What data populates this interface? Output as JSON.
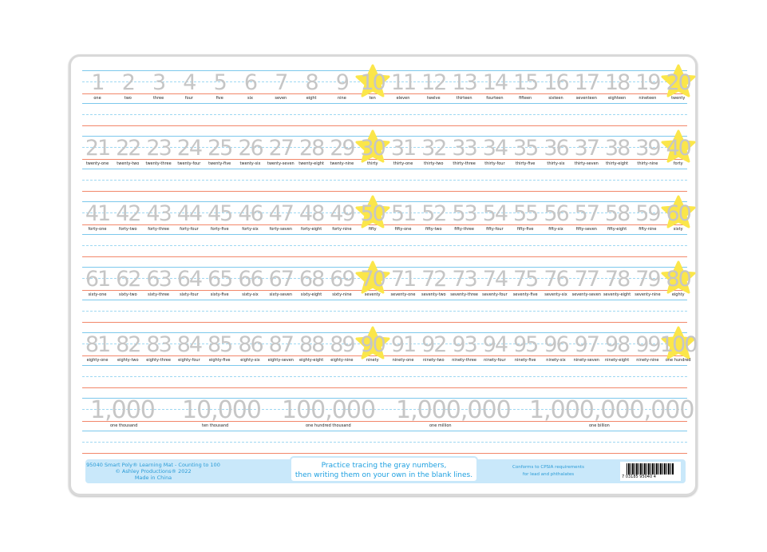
{
  "colors": {
    "blue_line": "#7cc8ec",
    "red_line": "#f2876a",
    "star": "#fbe64a",
    "trace": "#c6c6c6",
    "footer": "#c9e8fa"
  },
  "rows": [
    {
      "numbers": [
        "1",
        "2",
        "3",
        "4",
        "5",
        "6",
        "7",
        "8",
        "9",
        "10",
        "11",
        "12",
        "13",
        "14",
        "15",
        "16",
        "17",
        "18",
        "19",
        "20"
      ],
      "words": [
        "one",
        "two",
        "three",
        "four",
        "five",
        "six",
        "seven",
        "eight",
        "nine",
        "ten",
        "eleven",
        "twelve",
        "thirteen",
        "fourteen",
        "fifteen",
        "sixteen",
        "seventeen",
        "eighteen",
        "nineteen",
        "twenty"
      ]
    },
    {
      "numbers": [
        "21",
        "22",
        "23",
        "24",
        "25",
        "26",
        "27",
        "28",
        "29",
        "30",
        "31",
        "32",
        "33",
        "34",
        "35",
        "36",
        "37",
        "38",
        "39",
        "40"
      ],
      "words": [
        "twenty-one",
        "twenty-two",
        "twenty-three",
        "twenty-four",
        "twenty-five",
        "twenty-six",
        "twenty-seven",
        "twenty-eight",
        "twenty-nine",
        "thirty",
        "thirty-one",
        "thirty-two",
        "thirty-three",
        "thirty-four",
        "thirty-five",
        "thirty-six",
        "thirty-seven",
        "thirty-eight",
        "thirty-nine",
        "forty"
      ]
    },
    {
      "numbers": [
        "41",
        "42",
        "43",
        "44",
        "45",
        "46",
        "47",
        "48",
        "49",
        "50",
        "51",
        "52",
        "53",
        "54",
        "55",
        "56",
        "57",
        "58",
        "59",
        "60"
      ],
      "words": [
        "forty-one",
        "forty-two",
        "forty-three",
        "forty-four",
        "forty-five",
        "forty-six",
        "forty-seven",
        "forty-eight",
        "forty-nine",
        "fifty",
        "fifty-one",
        "fifty-two",
        "fifty-three",
        "fifty-four",
        "fifty-five",
        "fifty-six",
        "fifty-seven",
        "fifty-eight",
        "fifty-nine",
        "sixty"
      ]
    },
    {
      "numbers": [
        "61",
        "62",
        "63",
        "64",
        "65",
        "66",
        "67",
        "68",
        "69",
        "70",
        "71",
        "72",
        "73",
        "74",
        "75",
        "76",
        "77",
        "78",
        "79",
        "80"
      ],
      "words": [
        "sixty-one",
        "sixty-two",
        "sixty-three",
        "sixty-four",
        "sixty-five",
        "sixty-six",
        "sixty-seven",
        "sixty-eight",
        "sixty-nine",
        "seventy",
        "seventy-one",
        "seventy-two",
        "seventy-three",
        "seventy-four",
        "seventy-five",
        "seventy-six",
        "seventy-seven",
        "seventy-eight",
        "seventy-nine",
        "eighty"
      ]
    },
    {
      "numbers": [
        "81",
        "82",
        "83",
        "84",
        "85",
        "86",
        "87",
        "88",
        "89",
        "90",
        "91",
        "92",
        "93",
        "94",
        "95",
        "96",
        "97",
        "98",
        "99",
        "100"
      ],
      "words": [
        "eighty-one",
        "eighty-two",
        "eighty-three",
        "eighty-four",
        "eighty-five",
        "eighty-six",
        "eighty-seven",
        "eighty-eight",
        "eighty-nine",
        "ninety",
        "ninety-one",
        "ninety-two",
        "ninety-three",
        "ninety-four",
        "ninety-five",
        "ninety-six",
        "ninety-seven",
        "ninety-eight",
        "ninety-nine",
        "one hundred"
      ]
    }
  ],
  "big_numbers": [
    {
      "number": "1,000",
      "word": "one thousand"
    },
    {
      "number": "10,000",
      "word": "ten thousand"
    },
    {
      "number": "100,000",
      "word": "one hundred thousand"
    },
    {
      "number": "1,000,000",
      "word": "one million"
    },
    {
      "number": "1,000,000,000",
      "word": "one billion"
    }
  ],
  "footer": {
    "left": [
      "95040 Smart Poly® Learning Mat - Counting to 100",
      "© Ashley Productions® 2022",
      "Made in China"
    ],
    "center": [
      "Practice tracing the gray numbers,",
      "then writing them on your own in the blank lines."
    ],
    "right": [
      "Conforms to CPSIA requirements",
      "for lead and phthalates"
    ],
    "barcode": "7 03185 95040 4"
  }
}
